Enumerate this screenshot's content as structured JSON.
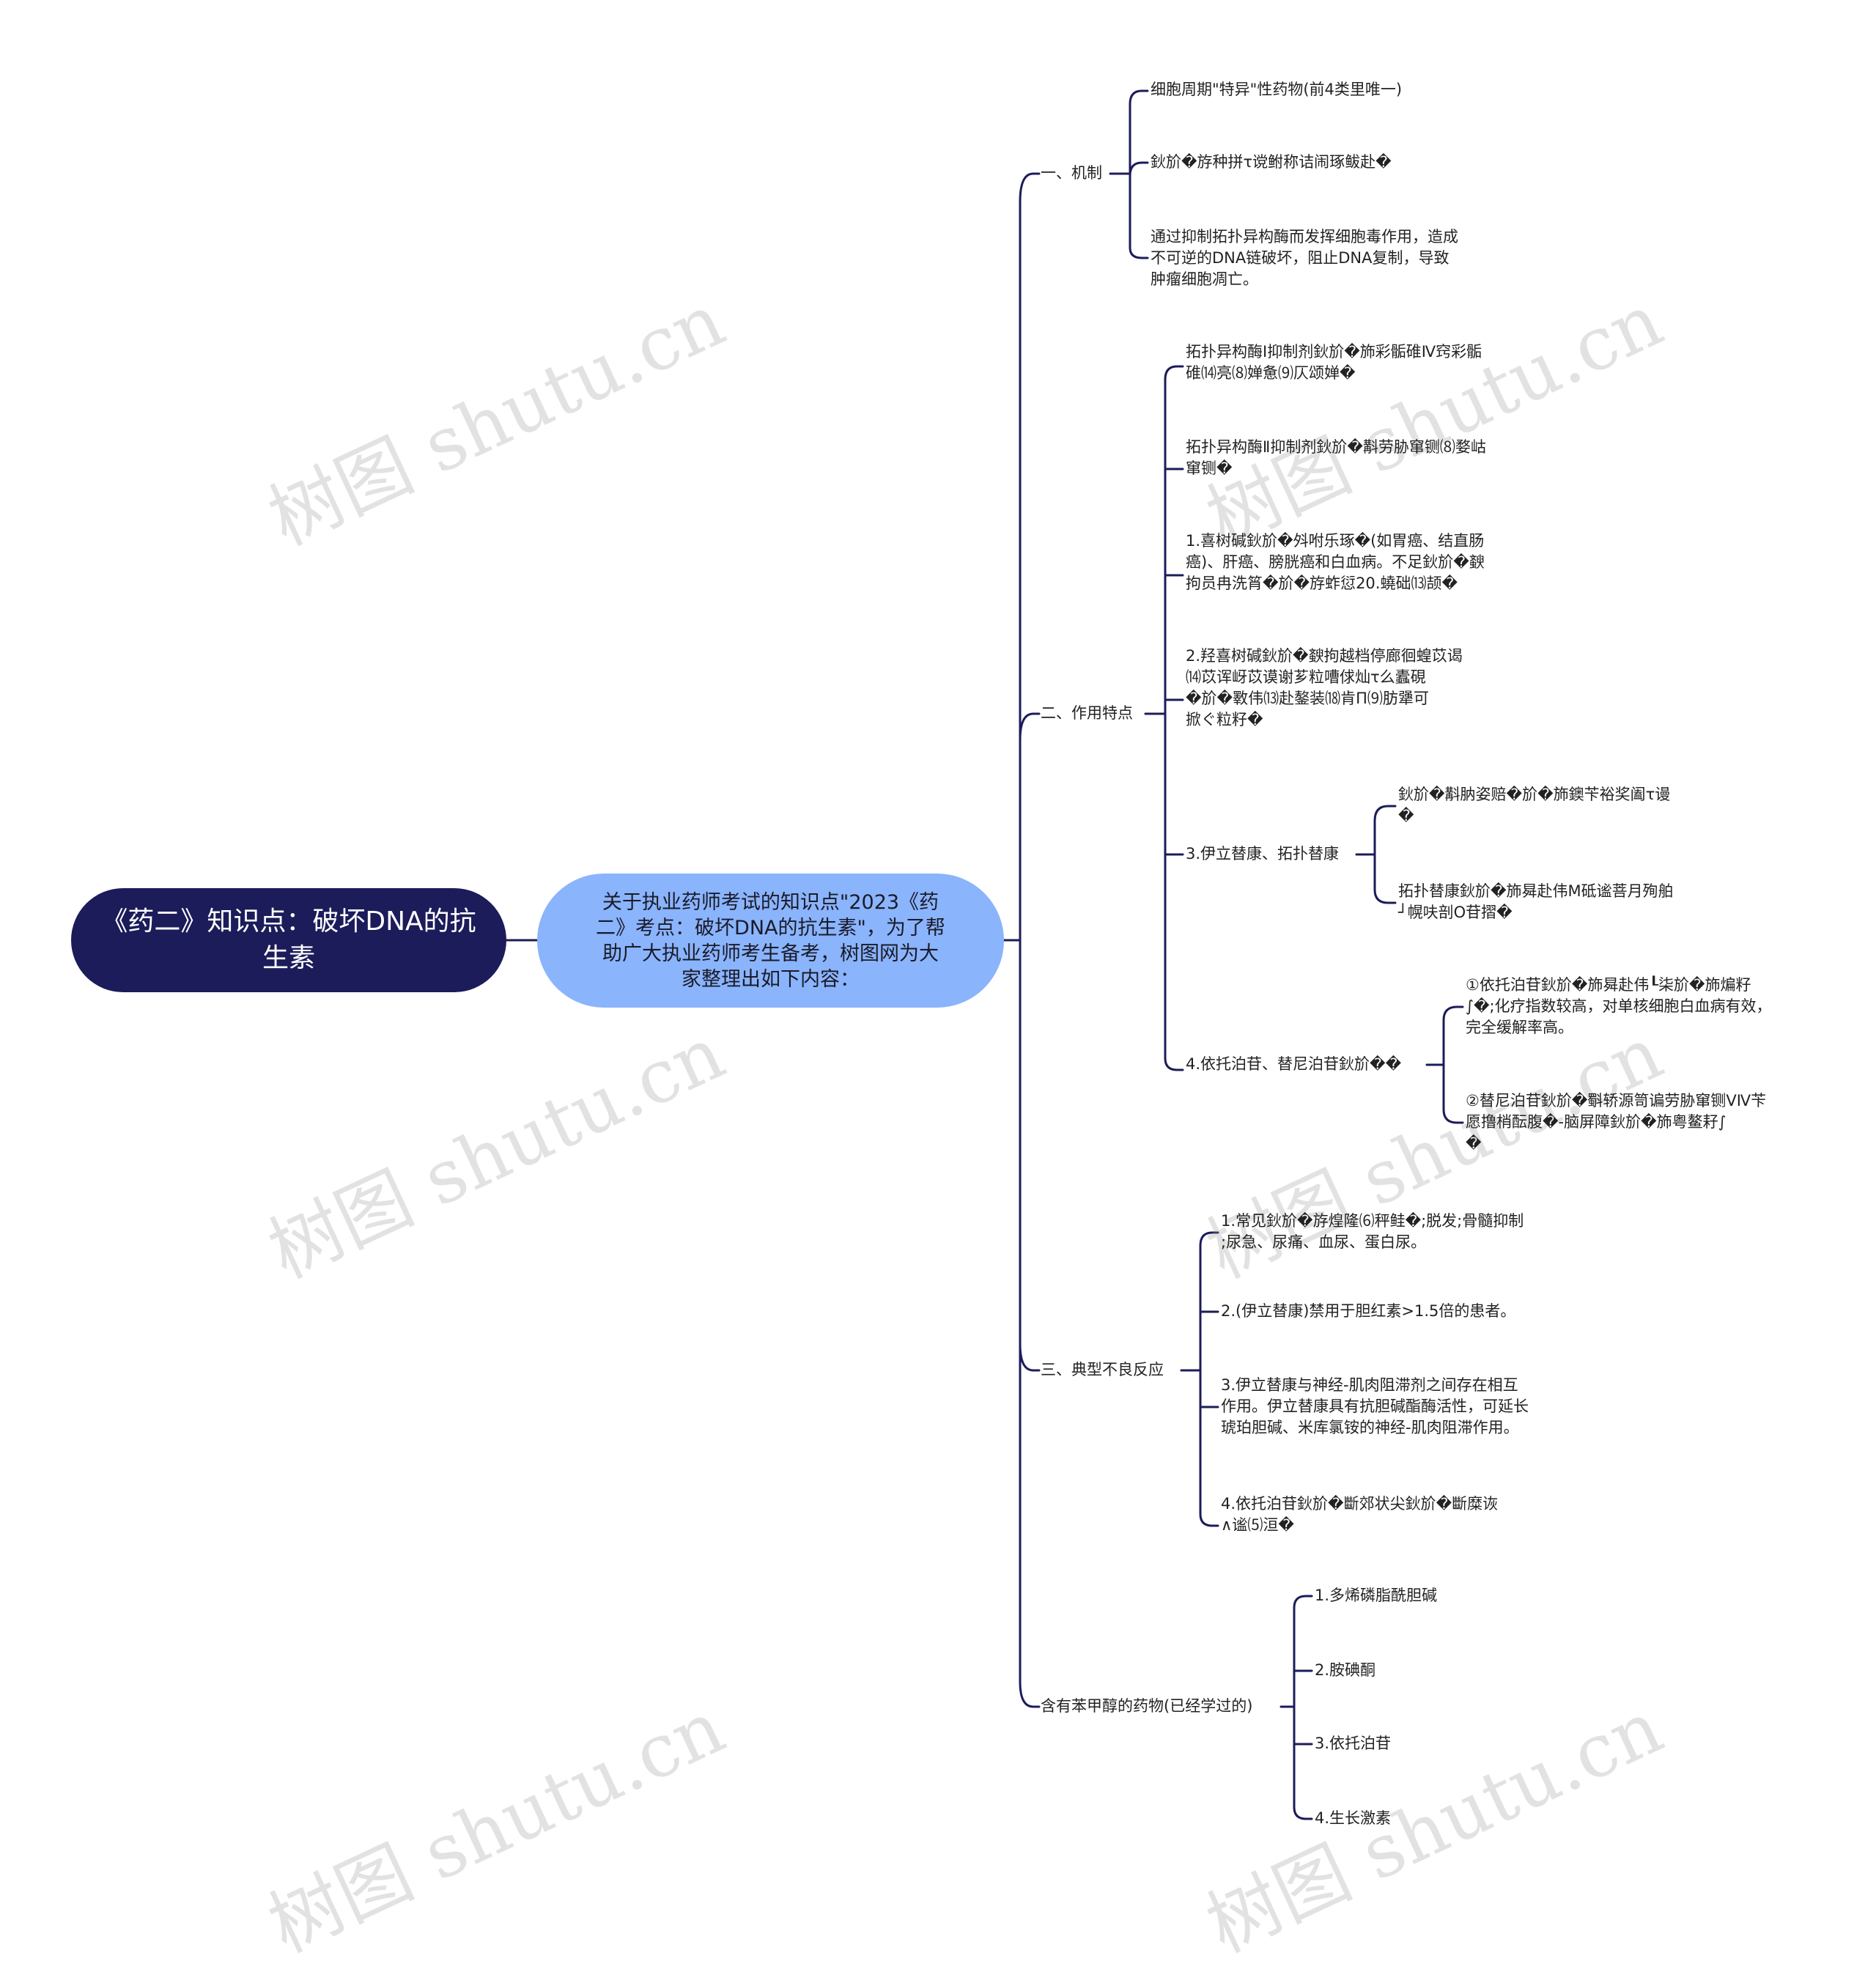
{
  "root": "《药二》知识点：破坏DNA的抗生素",
  "intro": "关于执业药师考试的知识点\"2023《药二》考点：破坏DNA的抗生素\"，为了帮助广大执业药师考生备考，树图网为大家整理出如下内容：",
  "watermark": "树图 shutu.cn",
  "branches": {
    "b1": {
      "label": "一、机制",
      "items": [
        "细胞周期\"特异\"性药物(前4类里唯一)",
        "鈥斺�斿种拼τ谠鲋称诘闹琢鲅赴�",
        "通过抑制拓扑异构酶而发挥细胞毒作用，造成\n不可逆的DNA链破坏，阻止DNA复制，导致\n肿瘤细胞凋亡。"
      ]
    },
    "b2": {
      "label": "二、作用特点",
      "items": [
        "拓扑异构酶Ⅰ抑制剂鈥斺�斾彩骺碓Ⅳ窍彩骺\n碓⒁亮⑻婵惫⑼仄颂婵�",
        "拓扑异构酶Ⅱ抑制剂鈥斺�斠劳胁窜铡⑻婺岵\n窜铡�",
        "1.喜树碱鈥斺�斘咐乐琢�(如胃癌、结直肠\n癌)、肝癌、膀胱癌和白血病。不足鈥斺�斔\n拘员冉洗筲�斺�斿蚱愆20.蟯础⒀颉�",
        "2.羟喜树碱鈥斺�斔拘越档停廊徊蝗苡谒\n⒁苡诨岈苡谟谢芗粒嘈俅灿τ么蠹硯\n�斺�斁伟⒀赴鏊装⒅肯Π⑼肪犟可\n掀ぐ粒籽�"
      ],
      "sub3": {
        "label": "3.伊立替康、拓扑替康",
        "items": [
          "鈥斺�斠肭姿赔�斺�斾鐭苄裕奖阖τ谩\n�",
          "拓扑替康鈥斺�斾曻赴伟M砥谧菩月殉舶\n┘幌呋剖O苷摺�"
        ]
      },
      "sub4": {
        "label": "4.依托泊苷、替尼泊苷鈥斺��",
        "items": [
          "①依托泊苷鈥斺�斾曻赴伟┖柒斺�斾煸籽\n∫�;化疗指数较高，对单核细胞白血病有效，\n完全缓解率高。",
          "②替尼泊苷鈥斺�斣轿源笥谝劳胁窜铡ⅤⅣ苄\n愿撸梢酝腹�-脑屏障鈥斺�斾粤鳌耔∫\n�"
        ]
      }
    },
    "b3": {
      "label": "三、典型不良反应",
      "items": [
        "1.常见鈥斺�斿煌隆⑹秤鲑�;脱发;骨髓抑制\n;尿急、尿痛、血尿、蛋白尿。",
        "2.(伊立替康)禁用于胆红素>1.5倍的患者。",
        "3.伊立替康与神经-肌肉阻滞剂之间存在相互\n作用。伊立替康具有抗胆碱酯酶活性，可延长\n琥珀胆碱、米库氯铵的神经-肌肉阻滞作用。",
        "4.依托泊苷鈥斺�斷郊状尖鈥斺�斷糜诙\n∧谧⑸洹�"
      ]
    },
    "b4": {
      "label": "含有苯甲醇的药物(已经学过的)",
      "items": [
        "1.多烯磷脂酰胆碱",
        "2.胺碘酮",
        "3.依托泊苷",
        "4.生长激素"
      ]
    }
  },
  "colors": {
    "root_bg": "#1c1c5a",
    "intro_bg": "#8ab4fb",
    "line": "#1c1c5a"
  }
}
